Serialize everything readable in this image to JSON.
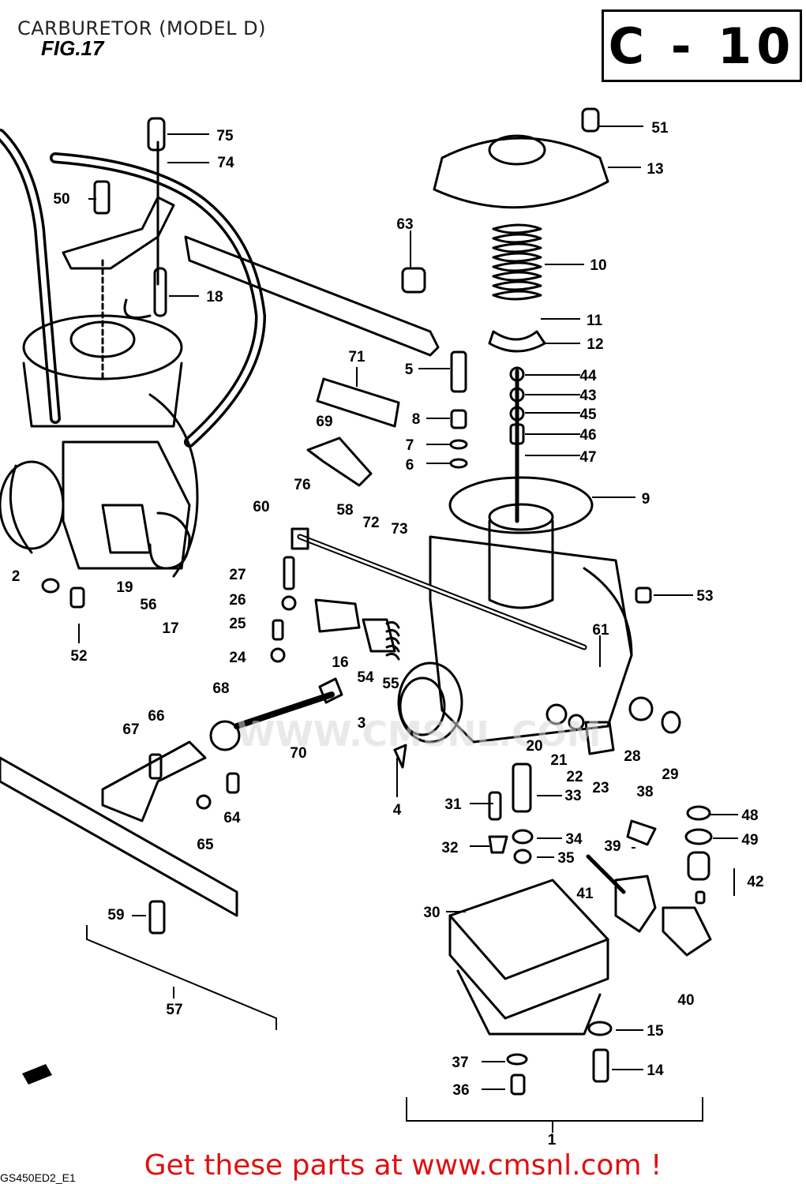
{
  "header": {
    "title": "CARBURETOR (MODEL D)",
    "figure": "FIG.17",
    "code": "C - 10"
  },
  "footer": {
    "link_text": "Get these parts at www.cmsnl.com !",
    "drawing_code": "GS450ED2_E1"
  },
  "watermark": "WWW.CMSNL.COM",
  "callouts": [
    "75",
    "74",
    "50",
    "18",
    "63",
    "51",
    "13",
    "10",
    "11",
    "12",
    "44",
    "43",
    "45",
    "46",
    "47",
    "9",
    "5",
    "8",
    "7",
    "6",
    "71",
    "69",
    "76",
    "60",
    "58",
    "72",
    "73",
    "27",
    "26",
    "25",
    "24",
    "16",
    "54",
    "55",
    "53",
    "61",
    "2",
    "19",
    "56",
    "17",
    "52",
    "68",
    "66",
    "67",
    "70",
    "3",
    "20",
    "21",
    "22",
    "23",
    "28",
    "29",
    "4",
    "31",
    "33",
    "38",
    "48",
    "49",
    "32",
    "34",
    "35",
    "39",
    "41",
    "42",
    "64",
    "65",
    "59",
    "30",
    "40",
    "57",
    "15",
    "37",
    "14",
    "36",
    "1"
  ]
}
